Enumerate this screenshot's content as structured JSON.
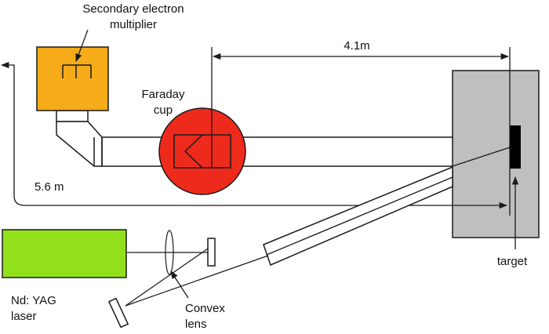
{
  "labels": {
    "multiplier_line1": "Secondary electron",
    "multiplier_line2": "multiplier",
    "faraday_line1": "Faraday",
    "faraday_line2": "cup",
    "distance_short": "4.1m",
    "distance_long": "5.6 m",
    "laser_line1": "Nd: YAG",
    "laser_line2": "laser",
    "lens_line1": "Convex",
    "lens_line2": "lens",
    "target": "target"
  },
  "colors": {
    "multiplier_fill": "#f5ac18",
    "faraday_fill": "#ee2a1c",
    "chamber_fill": "#bfbfbf",
    "laser_fill": "#92e01c",
    "target_fill": "#000000",
    "outline": "#1a1a1a"
  }
}
